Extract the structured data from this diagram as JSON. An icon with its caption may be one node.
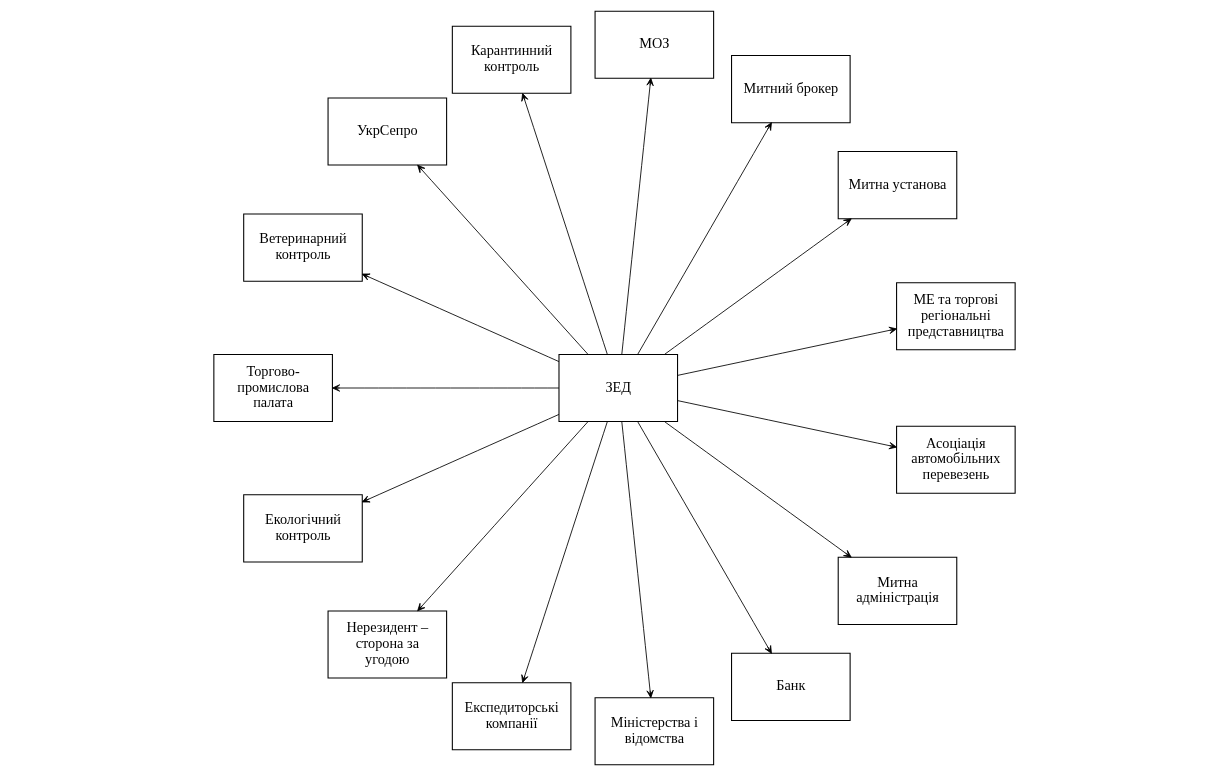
{
  "diagram": {
    "nodes": [
      {
        "text": [
          "МЕ та торгові регіональні представництва"
        ]
      },
      {
        "text": [
          "Митна установа"
        ]
      },
      {
        "text": [
          "Митний брокер"
        ]
      },
      {
        "text": [
          "МОЗ"
        ]
      },
      {
        "text": [
          "Карантинний контроль"
        ]
      },
      {
        "text": [
          "УкрСепро"
        ]
      },
      {
        "text": [
          "Ветеринарний контроль"
        ]
      },
      {
        "text": [
          "Торгово-промислова палата"
        ]
      },
      {
        "text": [
          "ЗЕД"
        ]
      },
      {
        "text": [
          "Екологічний контроль"
        ]
      },
      {
        "text": [
          "Нерезидент – сторона за угодою"
        ]
      },
      {
        "text": [
          "Експедиторські компанії"
        ]
      },
      {
        "text": [
          "Міністерства і відомства"
        ]
      },
      {
        "text": [
          "Банк"
        ]
      },
      {
        "text": [
          "Митна адміністрація"
        ]
      },
      {
        "text": [
          "Асоціація автомобільних перевезень"
        ]
      }
    ],
    "edges": [
      {
        "from": 8,
        "to": 0,
        "arrow": "to"
      },
      {
        "from": 8,
        "to": 1,
        "arrow": "to"
      },
      {
        "from": 8,
        "to": 2,
        "arrow": "to"
      },
      {
        "from": 8,
        "to": 3,
        "arrow": "to"
      },
      {
        "from": 8,
        "to": 4,
        "arrow": "to"
      },
      {
        "from": 8,
        "to": 6,
        "arrow": "to"
      },
      {
        "from": 8,
        "to": 9,
        "arrow": "to"
      },
      {
        "from": 8,
        "to": 11,
        "arrow": "to"
      },
      {
        "from": 8,
        "to": 15,
        "arrow": "to"
      },
      {
        "from": 8,
        "to": 14,
        "arrow": "to"
      },
      {
        "from": 8,
        "to": 13,
        "arrow": "to"
      },
      {
        "from": 8,
        "to": 12,
        "arrow": "to"
      },
      {
        "from": 8,
        "to": 10,
        "arrow": "to"
      },
      {
        "from": 8,
        "to": 7,
        "arrow": "to"
      },
      {
        "from": 8,
        "to": 5,
        "arrow": "to"
      }
    ]
  }
}
